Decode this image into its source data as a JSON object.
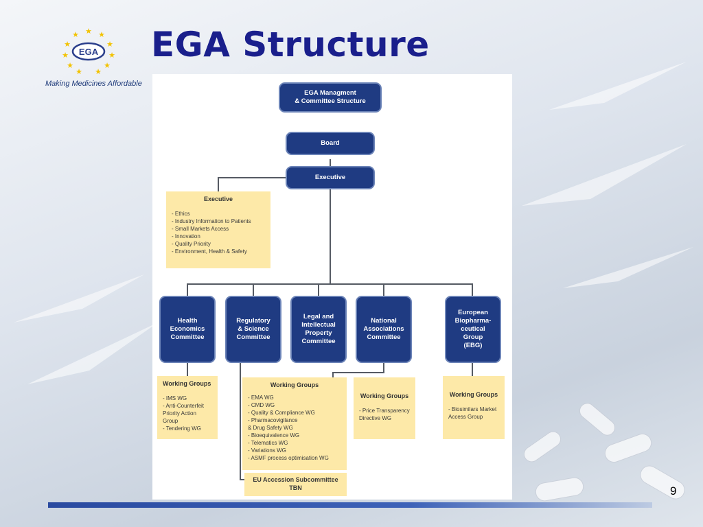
{
  "slide": {
    "title": "EGA Structure",
    "page_number": "9"
  },
  "logo": {
    "text": "EGA",
    "tagline": "Making Medicines Affordable"
  },
  "diagram": {
    "root": "EGA Managment\n& Committee Structure",
    "board": "Board",
    "executive_node": "Executive",
    "executive_box": {
      "heading": "Executive",
      "items": [
        "- Ethics",
        "- Industry Information to Patients",
        "- Small Markets Access",
        "- Innovation",
        "- Quality Priority",
        "- Environment, Health & Safety"
      ]
    },
    "committees": [
      "Health\nEconomics\nCommittee",
      "Regulatory\n& Science\nCommittee",
      "Legal and\nIntellectual\nProperty\nCommittee",
      "National\nAssociations\nCommittee",
      "European\nBiopharma-\nceutical Group\n(EBG)"
    ],
    "working_groups": [
      {
        "heading": "Working Groups",
        "items": [
          "- IMS WG",
          "- Anti-Counterfeit\n  Priority Action\n  Group",
          "- Tendering WG"
        ]
      },
      {
        "heading": "Working Groups",
        "items": [
          "- EMA WG",
          "- CMD WG",
          "- Quality & Compliance WG",
          "- Pharmacovigilance\n  & Drug Safety WG",
          "- Bioequivalence WG",
          "- Telematics WG",
          "- Variations WG",
          "- ASMF process optimisation WG"
        ]
      },
      {
        "heading": "Working Groups",
        "items": [
          "- Price Transparency\n  Directive WG"
        ]
      },
      {
        "heading": "Working Groups",
        "items": [
          "- Biosimilars Market\n  Access Group"
        ]
      }
    ],
    "subcommittee": "EU Accession Subcommittee\nTBN"
  },
  "colors": {
    "title": "#1a1f8c",
    "node_fill": "#1f3b82",
    "box_fill": "#fde9a8",
    "connector": "#555a63"
  }
}
